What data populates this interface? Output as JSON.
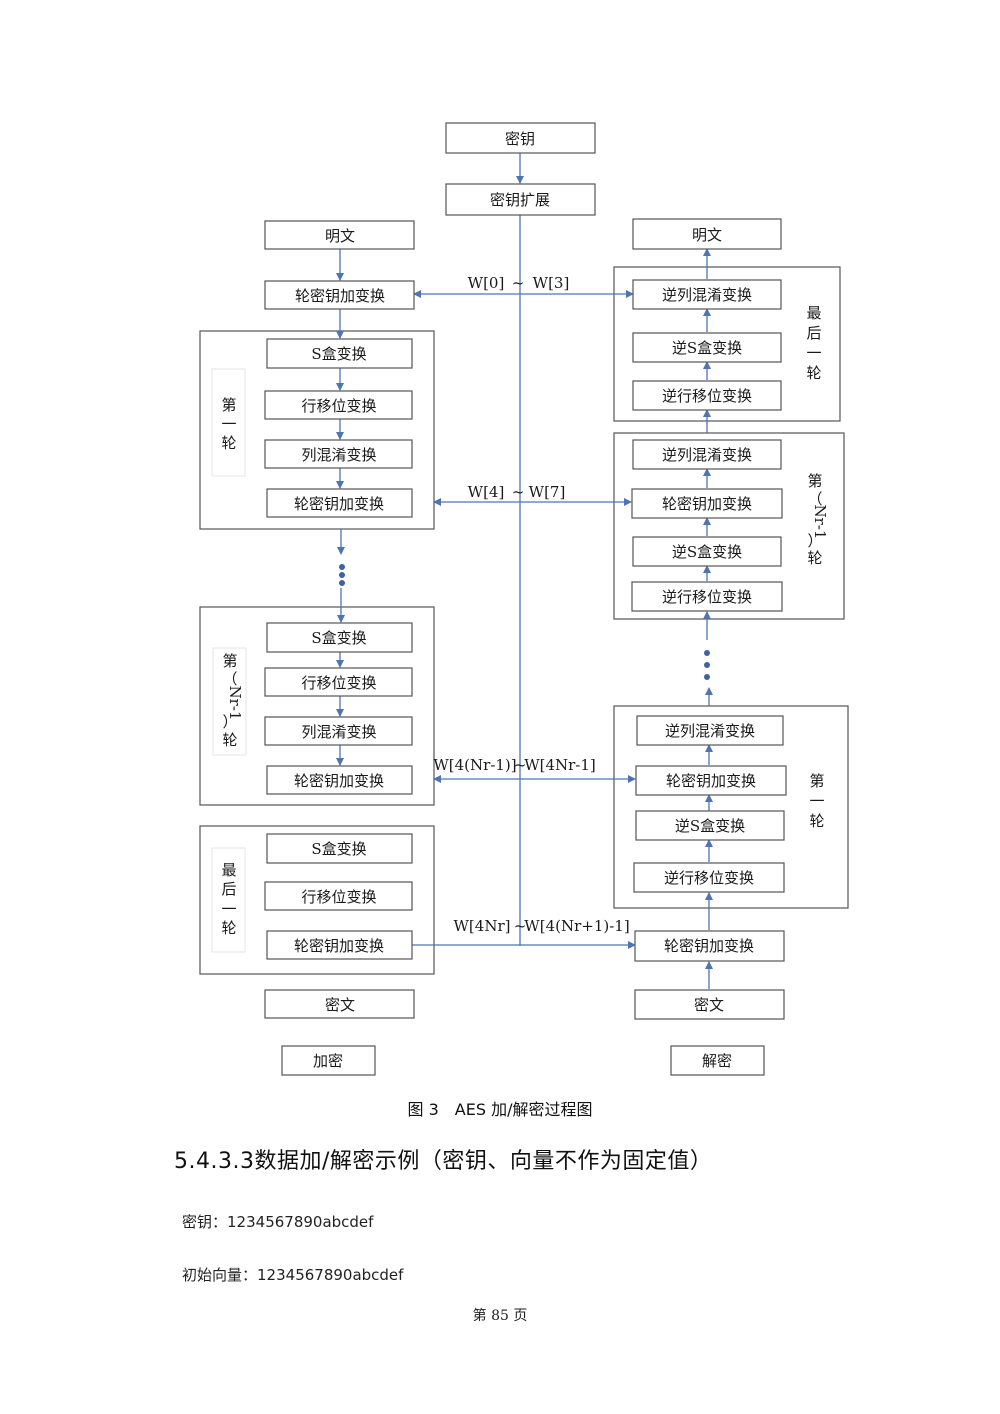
{
  "figure": {
    "key": "密钥",
    "key_expansion": "密钥扩展",
    "encrypt": {
      "plaintext": "明文",
      "initial_add_round_key": "轮密钥加变换",
      "round1": {
        "label_chars": [
          "第",
          "一",
          "轮"
        ],
        "steps": [
          "S盒变换",
          "行移位变换",
          "列混淆变换",
          "轮密钥加变换"
        ]
      },
      "round_nr1": {
        "label_chars": [
          "第",
          "（",
          "Nr-1",
          "）",
          "轮"
        ],
        "steps": [
          "S盒变换",
          "行移位变换",
          "列混淆变换",
          "轮密钥加变换"
        ]
      },
      "last_round": {
        "label_chars": [
          "最",
          "后",
          "一",
          "轮"
        ],
        "steps": [
          "S盒变换",
          "行移位变换",
          "轮密钥加变换"
        ]
      },
      "ciphertext": "密文",
      "footer": "加密"
    },
    "decrypt": {
      "plaintext": "明文",
      "last_round": {
        "label_chars": [
          "最",
          "后",
          "一",
          "轮"
        ],
        "steps": [
          "逆列混淆变换",
          "逆S盒变换",
          "逆行移位变换"
        ]
      },
      "round_nr1": {
        "label_chars": [
          "第",
          "（",
          "Nr-1",
          "）",
          "轮"
        ],
        "steps": [
          "逆列混淆变换",
          "轮密钥加变换",
          "逆S盒变换",
          "逆行移位变换"
        ]
      },
      "round1": {
        "label_chars": [
          "第",
          "一",
          "轮"
        ],
        "steps": [
          "逆列混淆变换",
          "轮密钥加变换",
          "逆S盒变换",
          "逆行移位变换"
        ]
      },
      "initial_add_round_key": "轮密钥加变换",
      "ciphertext": "密文",
      "footer": "解密"
    },
    "key_labels": {
      "w0": {
        "left": "W[0]",
        "sep": "~",
        "right": "W[3]"
      },
      "w4": {
        "left": "W[4]",
        "sep": "~",
        "right": "W[7]"
      },
      "wnr1": {
        "left": "W[4(Nr-1)]",
        "sep": "~",
        "right": "W[4Nr-1]"
      },
      "wnr": {
        "left": "W[4Nr]",
        "sep": "~",
        "right": "W[4(Nr+1)-1]"
      }
    }
  },
  "caption": "图 3　AES 加/解密过程图",
  "section_heading": "5.4.3.3数据加/解密示例（密钥、向量不作为固定值）",
  "key_line": {
    "label": "密钥：",
    "value": "1234567890abcdef"
  },
  "iv_line": {
    "label": "初始向量：",
    "value": "1234567890abcdef"
  },
  "page_number": "第 85 页",
  "colors": {
    "connector": "#4f74b4",
    "box_border": "#555555"
  }
}
